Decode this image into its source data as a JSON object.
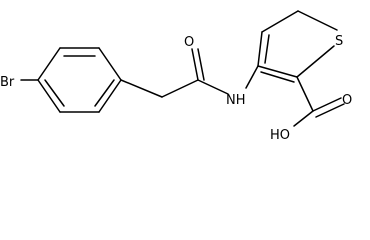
{
  "molecule": {
    "atoms": {
      "bromine": "Br",
      "sulfur": "S",
      "amide_nitrogen": "NH",
      "amide_oxygen": "O",
      "acid_group": "HO",
      "acid_oxygen": "O"
    }
  }
}
